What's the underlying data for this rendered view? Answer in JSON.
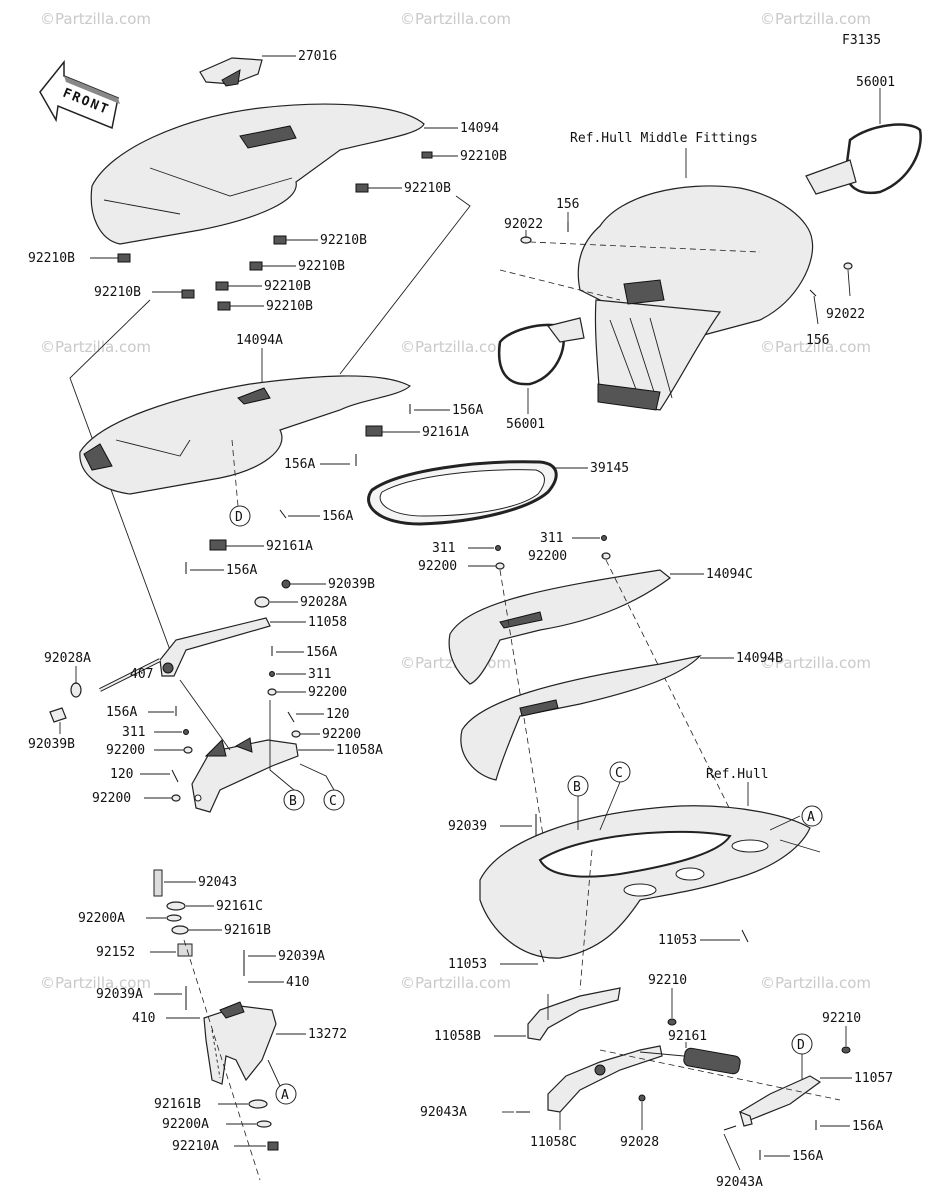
{
  "figure_code": "F3135",
  "front_label": "FRONT",
  "watermark": "©Partzilla.com",
  "ref_labels": {
    "hull_middle": "Ref.Hull Middle Fittings",
    "hull": "Ref.Hull"
  },
  "callouts": {
    "A": "A",
    "B": "B",
    "C": "C",
    "D": "D"
  },
  "parts": {
    "p27016": "27016",
    "p14094": "14094",
    "p92210B": "92210B",
    "p14094A": "14094A",
    "p156A": "156A",
    "p92161A": "92161A",
    "p39145": "39145",
    "p56001": "56001",
    "p156": "156",
    "p92022": "92022",
    "p92039B": "92039B",
    "p92028A": "92028A",
    "p11058": "11058",
    "p311": "311",
    "p92200": "92200",
    "p120": "120",
    "p11058A": "11058A",
    "p14094C": "14094C",
    "p14094B": "14094B",
    "p92039": "92039",
    "p92043": "92043",
    "p92161C": "92161C",
    "p92200A": "92200A",
    "p92161B": "92161B",
    "p92152": "92152",
    "p92039A": "92039A",
    "p410": "410",
    "p13272": "13272",
    "p92210A": "92210A",
    "p11053": "11053",
    "p11058B": "11058B",
    "p92210": "92210",
    "p92161": "92161",
    "p11057": "11057",
    "p92043A": "92043A",
    "p92028": "92028",
    "p11058C": "11058C"
  }
}
